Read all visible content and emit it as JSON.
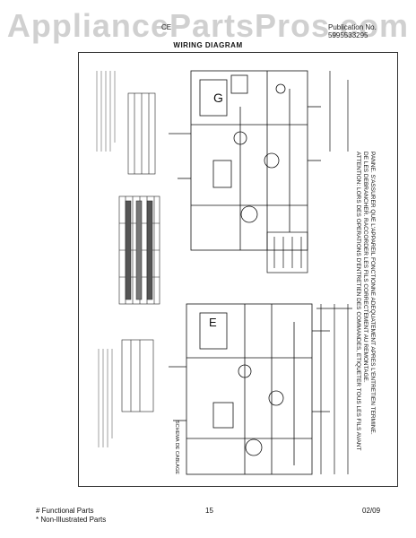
{
  "watermark": "AppliancePartsPros.com",
  "header": {
    "model_fragment": "CE",
    "publication": "Publication No. 5995533295"
  },
  "title": "WIRING DIAGRAM",
  "diagram": {
    "warning_text": [
      "ATTENTION: LORS DES OPERATIONS D'ENTRETIEN DES COMMANDES, ETIQUETER TOUS LES FILS AVANT",
      "DE LES DEBRANCHER. RACCORDER LES FILS CORRECTEMENT AU REMONTAGE.",
      "PANNE. S'ASSURER QUE L'APPAREIL FONCTIONNE ADEQUATEMENT APRES L'ENTRETIEN TERMINE."
    ],
    "section_labels": [
      "G",
      "E"
    ],
    "schema_label": "SCHEMA DE CABLAGE"
  },
  "footer": {
    "functional_parts": "# Functional Parts",
    "non_illustrated": "* Non-Illustrated Parts",
    "page_number": "15",
    "date": "02/09"
  }
}
